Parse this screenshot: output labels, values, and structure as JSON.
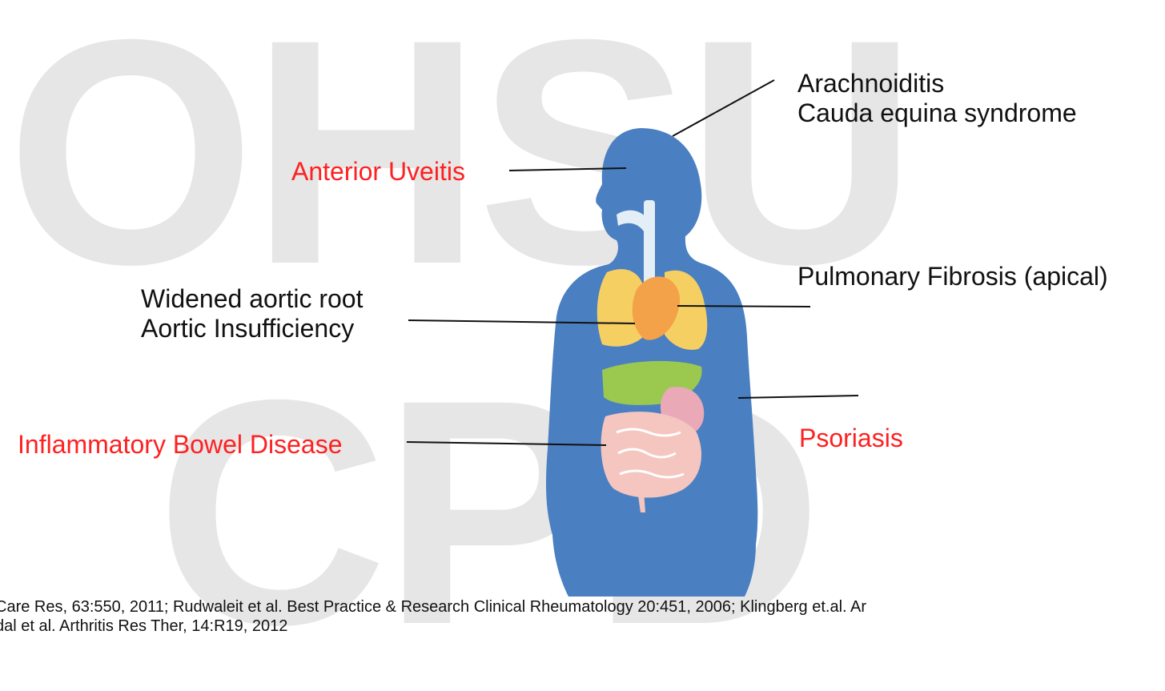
{
  "watermark": {
    "top": "OHSU",
    "bottom": "CPD"
  },
  "labels": {
    "arachnoiditis": "Arachnoiditis",
    "cauda_equina": "Cauda equina syndrome",
    "anterior_uveitis": "Anterior Uveitis",
    "pulmonary_fibrosis": "Pulmonary Fibrosis (apical)",
    "widened_aortic_root": "Widened aortic root",
    "aortic_insufficiency": "Aortic Insufficiency",
    "ibd": "Inflammatory Bowel Disease",
    "psoriasis": "Psoriasis"
  },
  "references": {
    "line1": "Care Res, 63:550, 2011; Rudwaleit et al. Best Practice & Research Clinical Rheumatology 20:451, 2006; Klingberg et.al. Ar",
    "line2": "dal et al. Arthritis Res Ther, 14:R19, 2012"
  },
  "colors": {
    "label_red": "#ff2020",
    "label_black": "#111111",
    "body_blue": "#4a7fc1",
    "lungs": "#f6cf63",
    "heart": "#f4a24a",
    "liver": "#9bc84f",
    "stomach": "#e9a9b6",
    "intestines": "#f4c6bf",
    "watermark": "#e6e6e6"
  }
}
